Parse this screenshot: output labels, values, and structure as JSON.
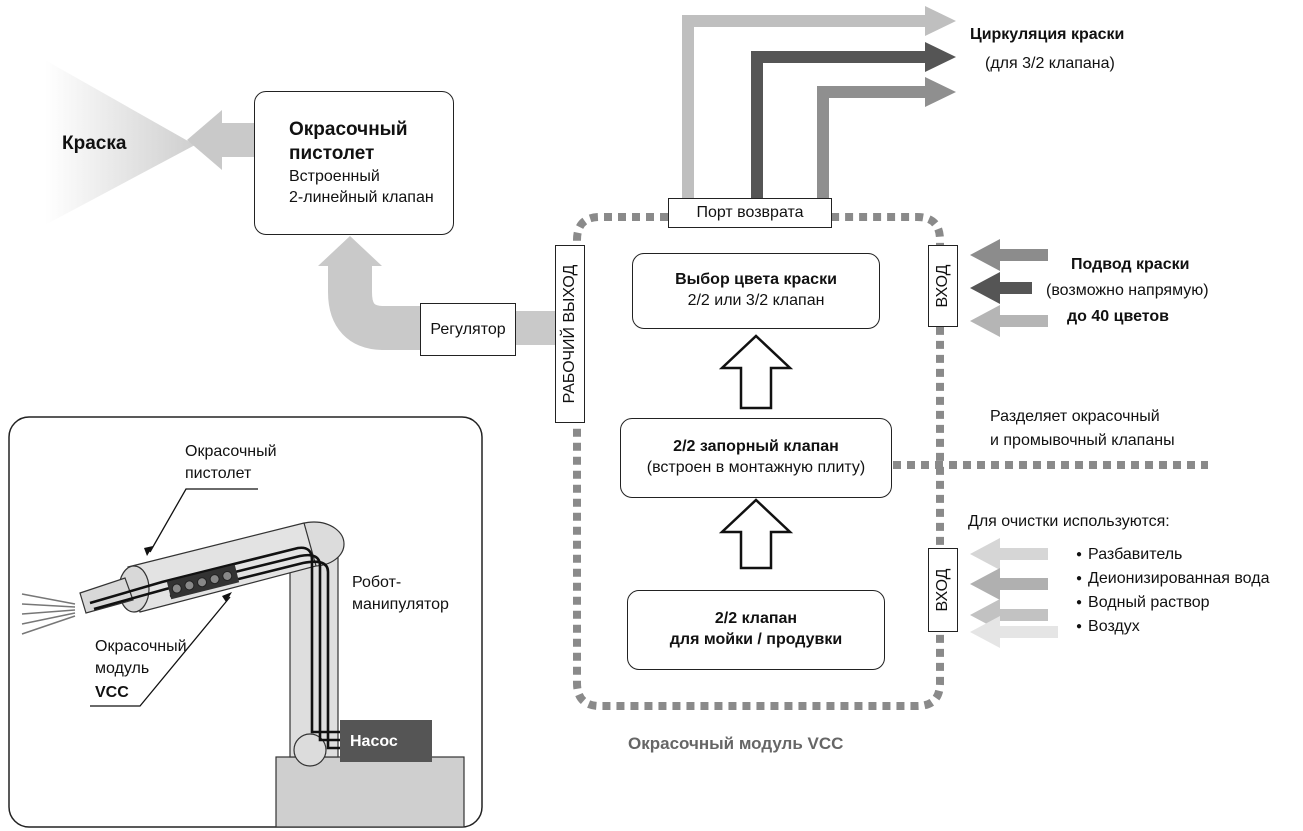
{
  "paint_label": "Краска",
  "spray_gun": {
    "title": "Окрасочный пистолет",
    "line1": "Встроенный",
    "line2": "2-линейный клапан"
  },
  "regulator": "Регулятор",
  "return_port": "Порт возврата",
  "circulation": {
    "title": "Циркуляция краски",
    "subtitle": "(для 3/2 клапана)"
  },
  "work_out": "РАБОЧИЙ ВЫХОД",
  "inlet_top": "ВХОД",
  "inlet_bottom": "ВХОД",
  "color_select": {
    "title": "Выбор цвета краски",
    "sub": "2/2 или 3/2 клапан"
  },
  "shutoff": {
    "title": "2/2 запорный клапан",
    "sub": "(встроен в монтажную плиту)"
  },
  "wash": {
    "line1": "2/2 клапан",
    "line2": "для мойки / продувки"
  },
  "paint_supply": {
    "title": "Подвод краски",
    "sub": "(возможно напрямую)",
    "count": "до 40 цветов"
  },
  "separates": {
    "line1": "Разделяет окрасочный",
    "line2": "и промывочный клапаны"
  },
  "cleaning": {
    "title": "Для очистки используются:",
    "items": [
      "Разбавитель",
      "Деионизированная вода",
      "Водный раствор",
      "Воздух"
    ]
  },
  "module_caption": "Окрасочный модуль VCC",
  "robot": {
    "gun": "Окрасочный пистолет",
    "arm": "Робот-манипулятор",
    "module": "Окрасочный модуль",
    "vcc": "VCC",
    "pump": "Насос"
  }
}
